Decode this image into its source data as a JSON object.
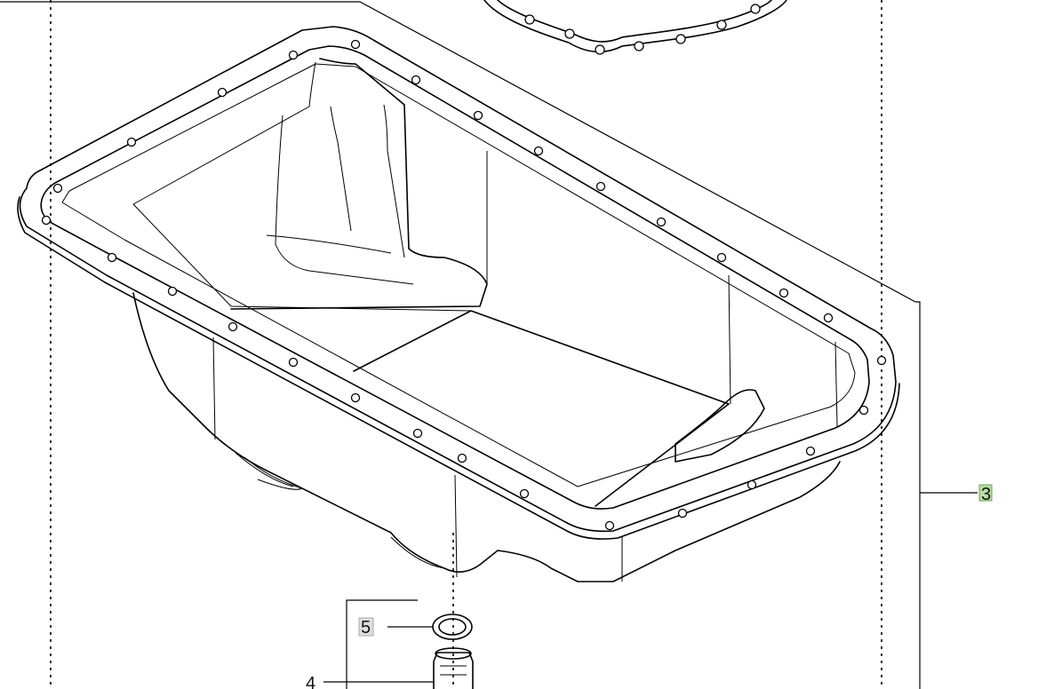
{
  "diagram": {
    "callouts": [
      {
        "id": "3",
        "label": "3",
        "highlight": "green"
      },
      {
        "id": "4",
        "label": "4",
        "highlight": "none"
      },
      {
        "id": "5",
        "label": "5",
        "highlight": "grey"
      }
    ],
    "colors": {
      "line": "#000000",
      "background": "#ffffff",
      "highlight_green": "#b9dca8",
      "highlight_grey": "#dedede"
    }
  }
}
